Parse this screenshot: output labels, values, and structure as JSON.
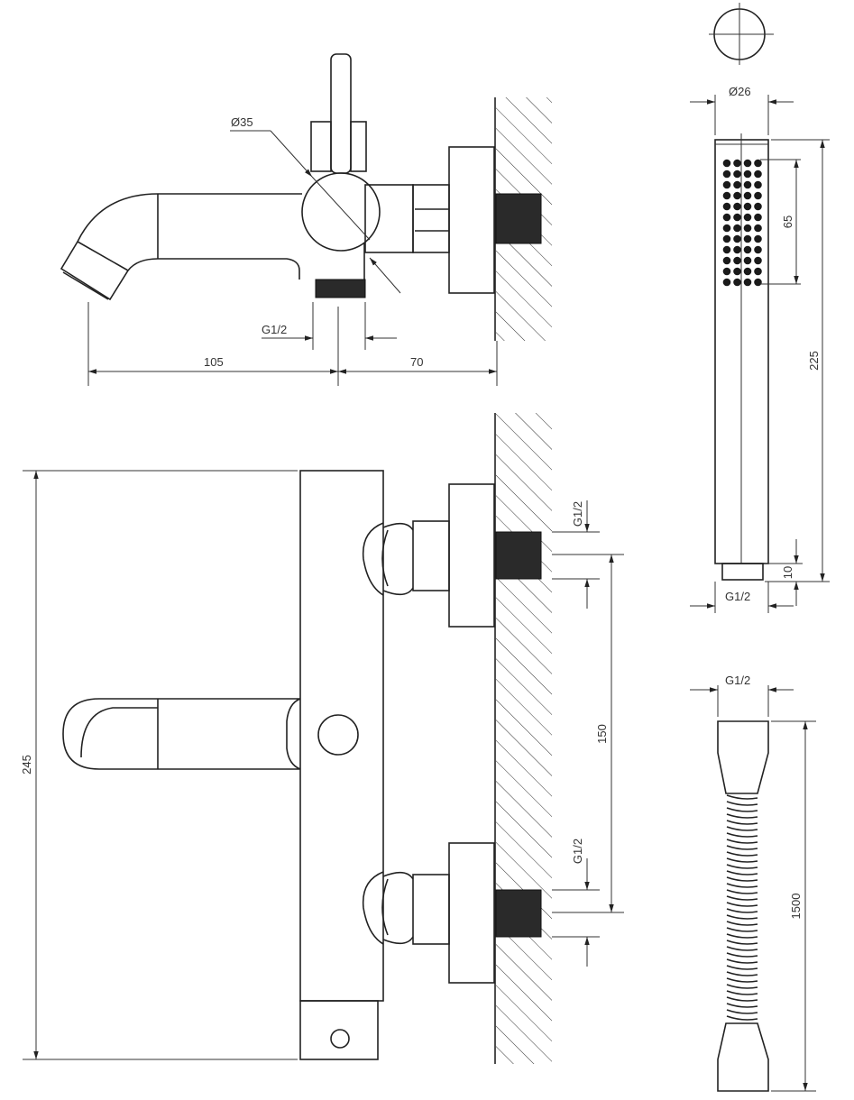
{
  "top_view": {
    "diameter_label": "Ø35",
    "thread_label": "G1/2",
    "spout_length": "105",
    "wall_distance": "70"
  },
  "front_view": {
    "height_label": "245",
    "upper_thread_label": "G1/2",
    "lower_thread_label": "G1/2",
    "spacing_label": "150"
  },
  "hand_shower": {
    "diameter_label": "Ø26",
    "spray_length": "65",
    "total_length": "225",
    "thread_length": "10",
    "thread_label": "G1/2"
  },
  "hose": {
    "thread_label": "G1/2",
    "length_label": "1500"
  },
  "colors": {
    "line": "#222222",
    "background": "#ffffff"
  }
}
